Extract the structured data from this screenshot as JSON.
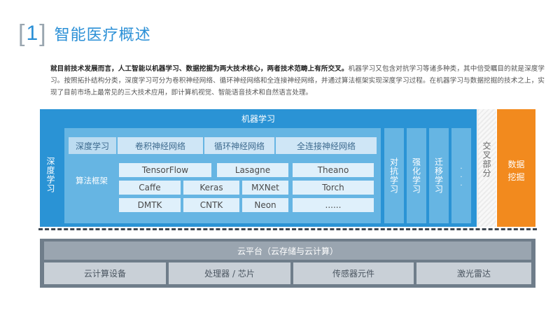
{
  "header": {
    "number": "1",
    "title": "智能医疗概述"
  },
  "intro": {
    "bold": "就目前技术发展而言，人工智能以机器学习、数据挖掘为两大技术核心，两者技术范畴上有所交叉。",
    "rest": "机器学习又包含对抗学习等诸多种类，其中倍受瞩目的就是深度学习。按照拓扑结构分类，深度学习可分为卷积神经网络、循环神经网络和全连接神经网络，并通过算法框架实现深度学习过程。在机器学习与数据挖掘的技术之上，实现了目前市场上最常见的三大技术应用，即计算机视觉、智能语音技术和自然语言处理。"
  },
  "diagram": {
    "ml_title": "机器学习",
    "dl_label": "深度学习",
    "row1": [
      "深度学习",
      "卷积神经网络",
      "循环神经网络",
      "全连接神经网络"
    ],
    "algo_label": "算法框架",
    "frameworks_row1": [
      "TensorFlow",
      "Lasagne",
      "Theano"
    ],
    "frameworks_row2": [
      "Caffe",
      "Keras",
      "MXNet",
      "Torch"
    ],
    "frameworks_row3": [
      "DMTK",
      "CNTK",
      "Neon",
      "......"
    ],
    "side_cols": [
      "对抗学习",
      "强化学习",
      "迁移学习",
      "..."
    ],
    "cross_label": "交叉部分",
    "data_mining": [
      "数据",
      "挖掘"
    ],
    "cloud_title": "云平台（云存储与云计算）",
    "cloud_items": [
      "云计算设备",
      "处理器 / 芯片",
      "传感器元件",
      "激光雷达"
    ]
  },
  "colors": {
    "ml_blue": "#2a93d5",
    "dl_blue": "#66b5e3",
    "orange": "#f28a1e",
    "slate": "#6f7d8a"
  }
}
